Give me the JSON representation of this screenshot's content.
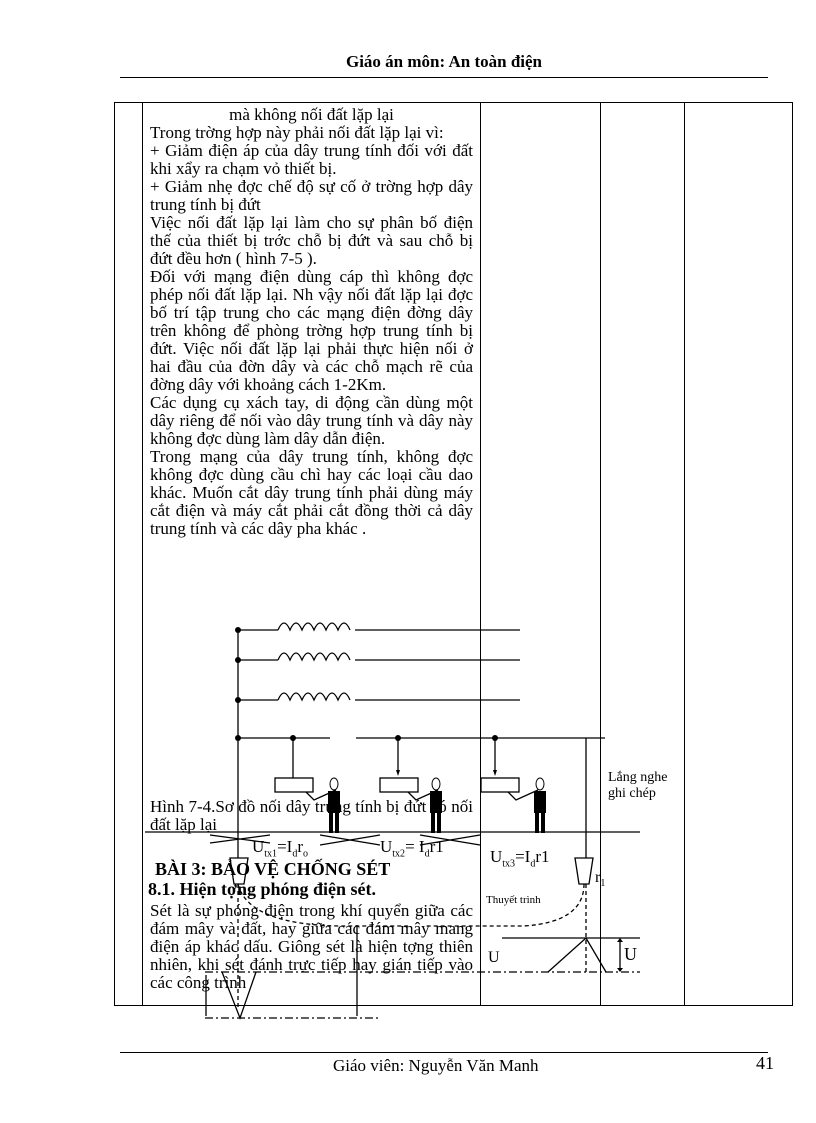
{
  "header": {
    "title": "Giáo án môn: An toàn điện"
  },
  "footer": {
    "teacher": "Giáo viên: Nguyễn Văn Manh",
    "page_number": "41"
  },
  "content": {
    "paragraphs": [
      "mà không nối đất lặp lại",
      " Trong trờng  hợp này phải nối đất lặp lại vì:",
      "+ Giảm điện áp của dây trung tính đối với đất khi xẩy ra chạm vỏ thiết bị.",
      "+ Giảm nhẹ đợc  chế độ sự cố ở trờng hợp dây trung tính bị đứt",
      "   Việc nối đất lặp lại làm cho sự phân bố điện thế của thiết bị trớc  chỗ bị đứt và sau chỗ bị đứt đều hơn ( hình 7-5 ).",
      "    Đối với mạng điện dùng cáp thì không đợc  phép nối đất lặp lại. Nh  vậy nối đất lặp lại đợc  bố trí tập trung cho các mạng điện đờng  dây trên không để phòng trờng  hợp trung tính bị đứt. Việc nối đất lặp lại phải thực hiện nối ở hai đầu của đờn  dây và các chỗ mạch rẽ của đờng dây với khoảng cách 1-2Km.",
      "  Các dụng cụ xách tay, di động cần dùng một dây riêng để nối vào dây trung tính và dây này không đợc  dùng làm dây dẫn điện.",
      "   Trong mạng của dây trung tính, không đợc  không đợc  dùng cầu chì hay các loại cầu dao khác. Muốn cắt dây trung tính phải dùng máy cắt điện và máy cắt phải cắt đồng thời cả dây trung tính và các dây pha khác ."
    ],
    "figure_caption": "  Hình 7-4.Sơ đồ nối dây trung tính bị đứt có nối đất lặp lại",
    "section_title": "BÀI 3: BẢO VỆ CHỐNG SÉT",
    "subsection_title": "8.1. Hiện tợng  phóng điện sét.",
    "section_paragraph": "        Sét là sự phóng điện trong khí quyển giữa các đám mây và đất, hay giữa các đám mây mang điện áp khác dấu. Giông sét là hiện tợng  thiên nhiên, khi sét đánh trực tiếp hay gián tiếp vào các công trình"
  },
  "diagram": {
    "labels": {
      "utx1": "U",
      "utx1_sub": "tx1",
      "utx1_rhs": "=I",
      "utx1_rhs2": "d",
      "utx1_rhs3": "r",
      "utx1_rhs4": "o",
      "utx2": "U",
      "utx2_sub": "tx2",
      "utx2_rhs": "= I",
      "utx2_rhs2": "d",
      "utx2_rhs3": "r1",
      "utx3": "U",
      "utx3_sub": "tx3",
      "utx3_rhs": "=I",
      "utx3_rhs2": "d",
      "utx3_rhs3": "r1",
      "r1": "r",
      "r1_sub": "1",
      "u_right": "U",
      "u_mid": "U"
    }
  },
  "columns": {
    "method": "Thuyết trình",
    "student_activity": "Lắng nghe ghi chép"
  }
}
